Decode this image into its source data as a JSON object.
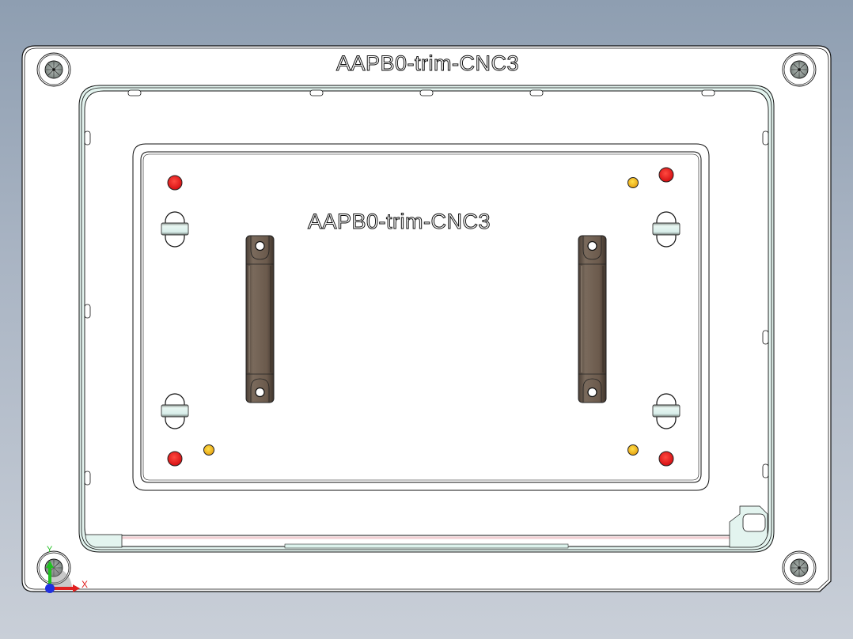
{
  "viewport": {
    "background_top": "#8e9eb1",
    "background_bottom": "#c9cfd8",
    "view": "Top (plan) view"
  },
  "part": {
    "outer_title": "AAPB0-trim-CNC3",
    "inner_title": "AAPB0-trim-CNC3",
    "plate_color": "#ffffff",
    "edge_color": "#111111",
    "rim_tint": "#dff3ee"
  },
  "features": {
    "corner_screws": [
      "top-left",
      "top-right",
      "bottom-left",
      "bottom-right"
    ],
    "red_pins": [
      "top-left",
      "top-right",
      "bottom-left",
      "bottom-right"
    ],
    "yellow_pins": [
      "top-right",
      "bottom-left",
      "bottom-right"
    ],
    "clamps": [
      "upper-left",
      "upper-right",
      "lower-left",
      "lower-right"
    ],
    "handles": [
      "left",
      "right"
    ],
    "colors": {
      "red_pin": "#e8161a",
      "yellow_pin": "#f1b21a",
      "handle": "#6b5a4c",
      "clamp_band": "#dff2ee"
    }
  },
  "triad": {
    "x_label": "X",
    "y_label": "Y",
    "x_color": "#e02020",
    "y_color": "#20c020",
    "z_color": "#2030e0"
  }
}
